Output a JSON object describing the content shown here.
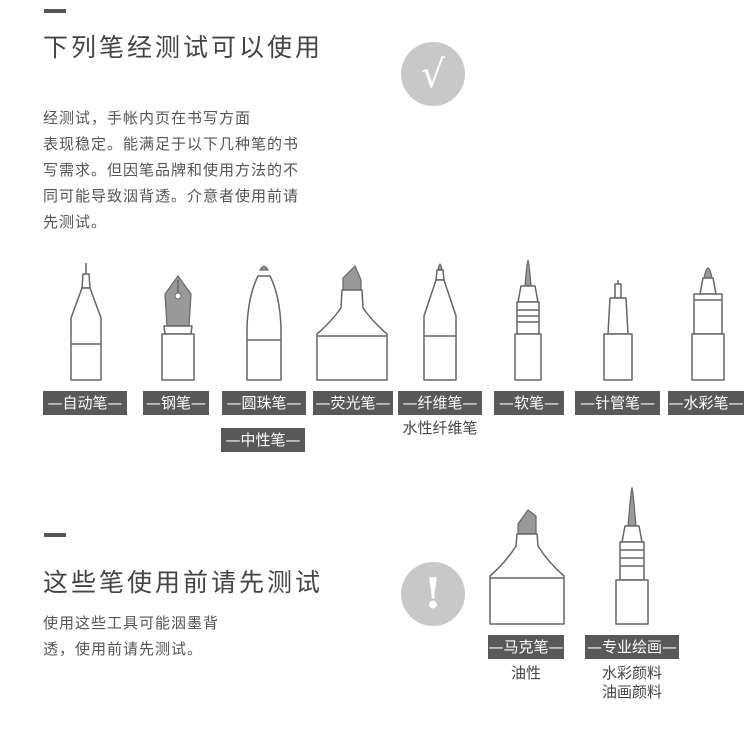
{
  "section1": {
    "title": "下列笔经测试可以使用",
    "lines": [
      "经测试，手帐内页在书写方面",
      "表现稳定。能满足于以下几种笔的书",
      "写需求。但因笔品牌和使用方法的不",
      "同可能导致洇背透。介意者使用前请",
      "先测试。"
    ],
    "mark": "√"
  },
  "pens": [
    {
      "label": "—自动笔—",
      "icon": "mechanical-pencil-icon"
    },
    {
      "label": "—钢笔—",
      "icon": "fountain-pen-icon"
    },
    {
      "label": "—圆珠笔—",
      "icon": "ballpoint-pen-icon"
    },
    {
      "label": "—荧光笔—",
      "icon": "highlighter-icon"
    },
    {
      "label": "—纤维笔—",
      "icon": "fiber-pen-icon",
      "sub": "水性纤维笔"
    },
    {
      "label": "—软笔—",
      "icon": "brush-pen-icon"
    },
    {
      "label": "—针管笔—",
      "icon": "needle-pen-icon"
    },
    {
      "label": "—水彩笔—",
      "icon": "watercolor-pen-icon"
    }
  ],
  "extra_tag": "—中性笔—",
  "section2": {
    "title": "这些笔使用前请先测试",
    "lines": [
      "使用这些工具可能洇墨背",
      "透，使用前请先测试。"
    ],
    "mark": "!"
  },
  "test_pens": [
    {
      "label": "—马克笔—",
      "icon": "marker-icon",
      "sub": [
        "油性"
      ]
    },
    {
      "label": "—专业绘画—",
      "icon": "paint-brush-pen-icon",
      "sub": [
        "水彩颜料",
        "油画颜料"
      ]
    }
  ]
}
